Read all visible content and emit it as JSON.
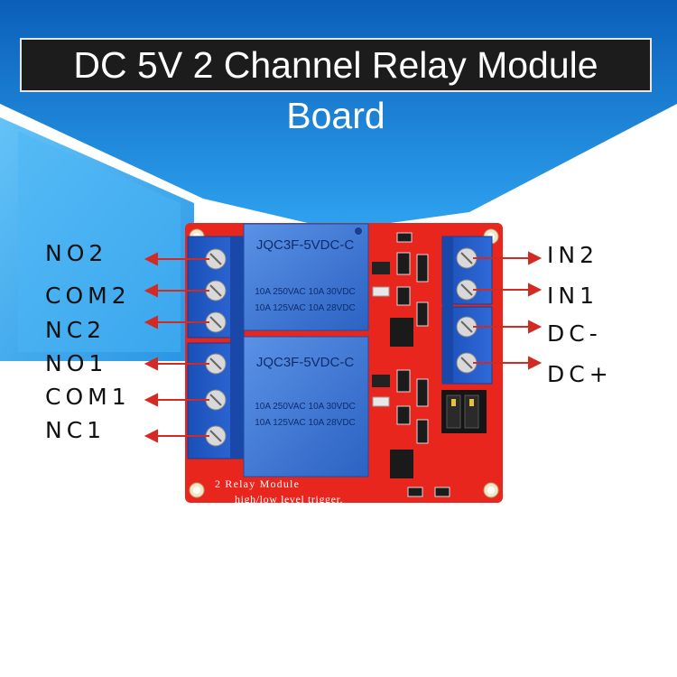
{
  "title": "DC 5V 2 Channel Relay Module Board",
  "colors": {
    "banner_blue": "#1f8fe0",
    "pcb_red": "#e8261e",
    "terminal_blue": "#1e55c8",
    "relay_blue": "#3a78d8",
    "arrow_red": "#d42a24"
  },
  "left_labels": [
    "NO2",
    "COM2",
    "NC2",
    "NO1",
    "COM1",
    "NC1"
  ],
  "right_labels": [
    "IN2",
    "IN1",
    "DC-",
    "DC+"
  ],
  "relays": [
    {
      "model": "JQC3F-5VDC-C",
      "rating_line1": "10A 250VAC  10A 30VDC",
      "rating_line2": "10A 125VAC  10A 28VDC"
    },
    {
      "model": "JQC3F-5VDC-C",
      "rating_line1": "10A 250VAC  10A 30VDC",
      "rating_line2": "10A 125VAC  10A 28VDC"
    }
  ],
  "board_text": {
    "line1": "2 Relay  Module",
    "line2": "high/low level trigger."
  }
}
